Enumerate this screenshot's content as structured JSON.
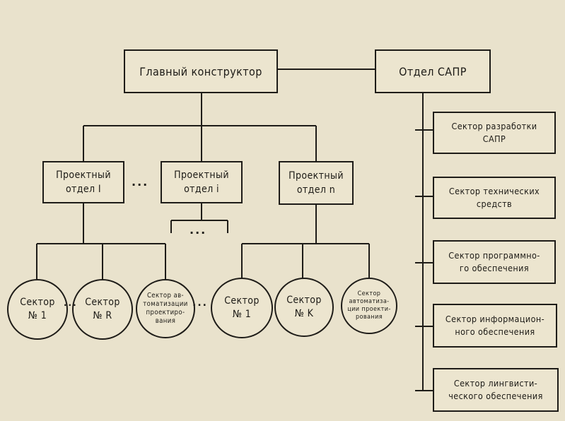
{
  "diagram": {
    "chief": "Главный конструктор",
    "cad_dept": "Отдел САПР",
    "project_depts": [
      "Проектный\nотдел I",
      "Проектный\nотдел i",
      "Проектный\nотдел n"
    ],
    "sectors_left": [
      "Сектор\n№ 1",
      "Сектор\n№ R",
      "Сектор ав-\nтоматизации\nпроектиро-\nвания"
    ],
    "sectors_right": [
      "Сектор\n№ 1",
      "Сектор\n№ K",
      "Сектор\nавтоматиза-\nции проекти-\nрования"
    ],
    "cad_sectors": [
      "Сектор разработки\nСАПР",
      "Сектор технических\nсредств",
      "Сектор программно-\nго обеспечения",
      "Сектор информацион-\nного обеспечения",
      "Сектор лингвисти-\nческого обеспечения"
    ],
    "ellipsis": "..."
  }
}
